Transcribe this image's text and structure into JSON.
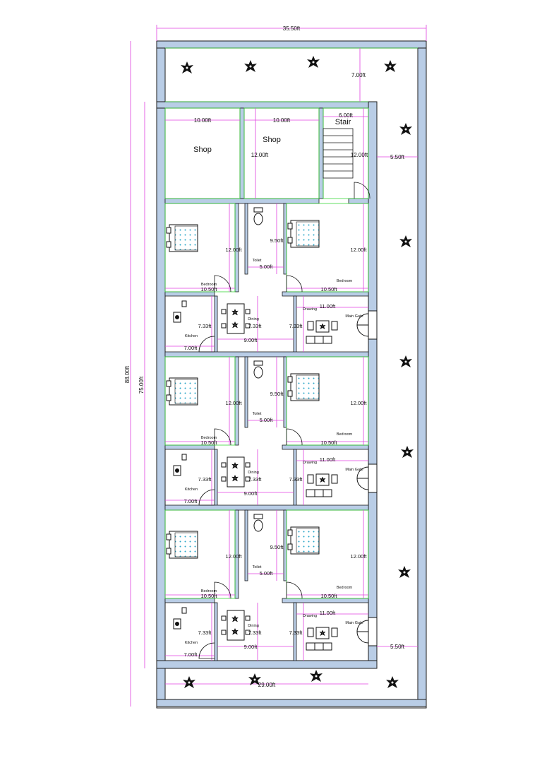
{
  "dimensions": {
    "overall_width": "35.50ft",
    "overall_length": "88.00ft",
    "building_length": "75.00ft",
    "front_setback": "7.00ft",
    "side_setback": "5.50ft",
    "side_setback_bottom": "5.50ft",
    "rear_width": "29.00ft",
    "shop1_width": "10.00ft",
    "shop2_width": "10.00ft",
    "shop_depth": "12.00ft",
    "stair_width": "6.00ft",
    "stair_depth": "12.00ft"
  },
  "labels": {
    "shop1": "Shop",
    "shop2": "Shop",
    "stair": "Stair"
  },
  "floors": [
    {
      "bedroom_left_label": "Bedroom",
      "bedroom_left_w": "10.50ft",
      "bedroom_left_h": "12.00ft",
      "toilet_label": "Toilet",
      "toilet_w": "5.00ft",
      "toilet_h": "9.50ft",
      "bedroom_right_label": "Bedroom",
      "bedroom_right_w": "10.50ft",
      "bedroom_right_h": "12.00ft",
      "kitchen_label": "Kitchen",
      "kitchen_w": "7.00ft",
      "kitchen_h": "7.33ft",
      "dining_label": "Dining",
      "dining_w": "9.00ft",
      "dining_h": "7.33ft",
      "drawing_label": "Drawing",
      "drawing_w": "11.00ft",
      "drawing_h": "7.33ft",
      "gate_label": "Main Gate"
    },
    {
      "bedroom_left_label": "Bedroom",
      "bedroom_left_w": "10.50ft",
      "bedroom_left_h": "12.00ft",
      "toilet_label": "Toilet",
      "toilet_w": "5.00ft",
      "toilet_h": "9.50ft",
      "bedroom_right_label": "Bedroom",
      "bedroom_right_w": "10.50ft",
      "bedroom_right_h": "12.00ft",
      "kitchen_label": "Kitchen",
      "kitchen_w": "7.00ft",
      "kitchen_h": "7.33ft",
      "dining_label": "Dining",
      "dining_w": "9.00ft",
      "dining_h": "7.33ft",
      "drawing_label": "Drawing",
      "drawing_w": "11.00ft",
      "drawing_h": "7.33ft",
      "gate_label": "Main Gate"
    },
    {
      "bedroom_left_label": "Bedroom",
      "bedroom_left_w": "10.50ft",
      "bedroom_left_h": "12.00ft",
      "toilet_label": "Toilet",
      "toilet_w": "5.00ft",
      "toilet_h": "9.50ft",
      "bedroom_right_label": "Bedroom",
      "bedroom_right_w": "10.50ft",
      "bedroom_right_h": "12.00ft",
      "kitchen_label": "Kitchen",
      "kitchen_w": "7.00ft",
      "kitchen_h": "7.33ft",
      "dining_label": "Dining",
      "dining_w": "9.00ft",
      "dining_h": "7.33ft",
      "drawing_label": "Drawing",
      "drawing_w": "11.00ft",
      "drawing_h": "7.33ft",
      "gate_label": "Main Gate"
    }
  ],
  "colors": {
    "wall_fill": "#b9cde6",
    "wall_stroke": "#1a1a1a",
    "dim_line": "#e040e0",
    "guide_line": "#39d839",
    "furniture": "#111111",
    "bed_dots": "#2aa5c8"
  }
}
